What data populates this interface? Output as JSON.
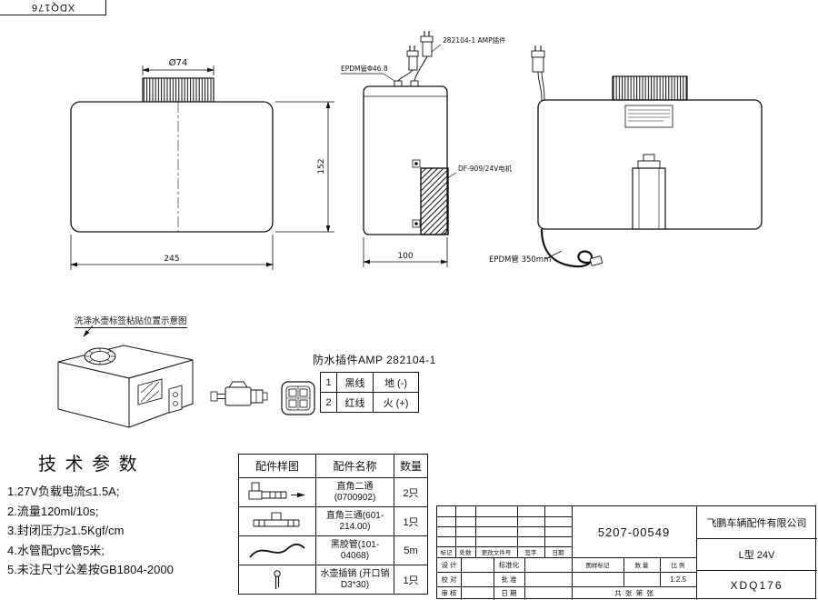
{
  "corner": {
    "label": "XDQ176"
  },
  "front_view": {
    "dim_cap": "Ø74",
    "dim_height": "152",
    "dim_width": "245"
  },
  "side_view": {
    "amp_label": "282104-1  AMP插件",
    "epdm_label": "EPDM管Φ46.8",
    "motor_label": "DF-909/24V电机",
    "dim_width": "100"
  },
  "rear_view": {
    "epdm_tube_label": "EPDM管 350mm"
  },
  "iso_view": {
    "caption": "洗涤水壶标签粘贴位置示意图"
  },
  "connector": {
    "title": "防水插件AMP 282104-1",
    "rows": [
      {
        "no": "1",
        "wire": "黑线",
        "polarity": "地 (-)"
      },
      {
        "no": "2",
        "wire": "红线",
        "polarity": "火 (+)"
      }
    ]
  },
  "tech_params": {
    "title": "技 术 参 数",
    "items": [
      "1.27V负载电流≤1.5A;",
      "2.流量120ml/10s;",
      "3.封闭压力≥1.5Kgf/cm",
      "4.水管配pvc管5米;",
      "5.未注尺寸公差按GB1804-2000"
    ]
  },
  "parts_table": {
    "headers": {
      "sample": "配件样图",
      "name": "配件名称",
      "qty": "数量"
    },
    "rows": [
      {
        "icon": "elbow-fitting",
        "name": "直角二通(0700902)",
        "qty": "2只"
      },
      {
        "icon": "tee-fitting",
        "name": "直角三通(601-214.00)",
        "qty": "1只"
      },
      {
        "icon": "hose",
        "name": "黑胶管(101-04068)",
        "qty": "5m"
      },
      {
        "icon": "cotter-pin",
        "name": "水壶插销 (开口销 D3*30)",
        "qty": "1只"
      }
    ]
  },
  "title_block": {
    "drawing_no": "5207-00549",
    "company": "飞鹏车辆配件有限公司",
    "model": "L型 24V",
    "code": "XDQ176",
    "scale_value": "1:2.5",
    "rev_headers": [
      "标记",
      "处数",
      "更改文件号",
      "签字",
      "日期"
    ],
    "left_labels": [
      {
        "l": "设 计",
        "r": "标准化"
      },
      {
        "l": "校 对",
        "r": "批 准"
      },
      {
        "l": "审 核",
        "r": "日 期"
      }
    ],
    "mid_headers": [
      "图样标记",
      "数 量",
      "比 例"
    ],
    "sheet_row": "共  张  第  张"
  }
}
